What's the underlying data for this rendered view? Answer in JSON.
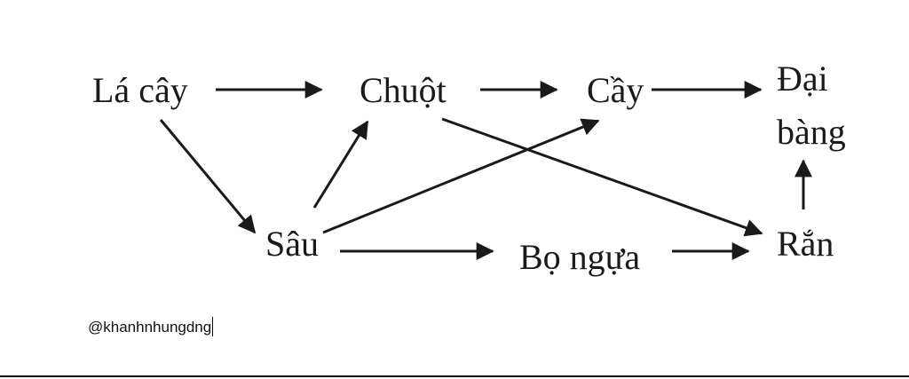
{
  "diagram": {
    "nodes": {
      "la_cay": "Lá cây",
      "chuot": "Chuột",
      "cay": "Cầy",
      "dai": "Đại",
      "bang": "bàng",
      "sau": "Sâu",
      "bo_ngua": "Bọ ngựa",
      "ran": "Rắn"
    },
    "edges": [
      {
        "from": "Lá cây",
        "to": "Chuột"
      },
      {
        "from": "Chuột",
        "to": "Cầy"
      },
      {
        "from": "Cầy",
        "to": "Đại bàng"
      },
      {
        "from": "Lá cây",
        "to": "Sâu"
      },
      {
        "from": "Sâu",
        "to": "Chuột"
      },
      {
        "from": "Sâu",
        "to": "Cầy"
      },
      {
        "from": "Chuột",
        "to": "Rắn"
      },
      {
        "from": "Sâu",
        "to": "Bọ ngựa"
      },
      {
        "from": "Bọ ngựa",
        "to": "Rắn"
      },
      {
        "from": "Rắn",
        "to": "Đại bàng"
      }
    ]
  },
  "watermark": {
    "text": "@khanhnhungdng"
  },
  "colors": {
    "ink": "#1a1a1a",
    "background": "#ffffff"
  }
}
